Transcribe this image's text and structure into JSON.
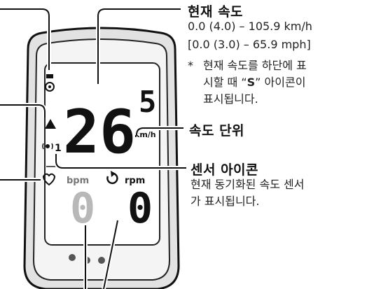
{
  "display": {
    "speed_main": "26",
    "speed_decimal": "5",
    "speed_unit": "km/h",
    "sensor_num": "1",
    "heart_unit": "bpm",
    "heart_value": "0",
    "cadence_unit": "rpm",
    "cadence_value": "0"
  },
  "callouts": {
    "current_speed": {
      "title": "현재 속도",
      "range_kmh": "0.0 (4.0) – 105.9 km/h",
      "range_mph": "[0.0 (3.0) – 65.9 mph]",
      "note_bullet": "*",
      "note_line1": "현재 속도를 하단에 표",
      "note_line2_pre": "시할 때 “",
      "note_line2_bold": "S",
      "note_line2_post": "” 아이콘이",
      "note_line3": "표시됩니다."
    },
    "speed_unit": {
      "title": "속도 단위"
    },
    "sensor_icon": {
      "title": "센서 아이콘",
      "desc_line1": "현재 동기화된 속도 센서",
      "desc_line2": "가 표시됩니다."
    }
  },
  "colors": {
    "body_outer": "#e2e2e2",
    "body_inner": "#f4f4f4",
    "lcd": "#ffffff",
    "ink": "#111111",
    "segment_dim": "#b8b8b8"
  },
  "icons": [
    "speed-sensor-icon",
    "up-arrow-icon",
    "sensor-signal-icon",
    "heart-icon",
    "cadence-icon"
  ]
}
